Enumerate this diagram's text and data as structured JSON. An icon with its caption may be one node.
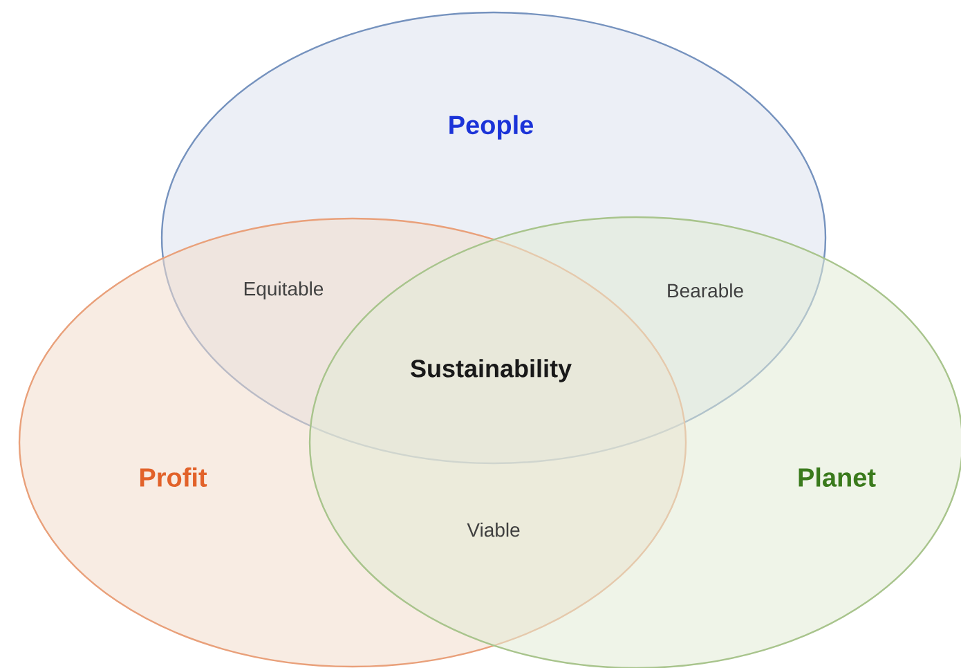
{
  "diagram": {
    "nodes": [
      {
        "text": [
          "People"
        ]
      },
      {
        "text": [
          "Profit"
        ]
      },
      {
        "text": [
          "Planet"
        ]
      }
    ],
    "labels": [
      "Equitable",
      "Bearable",
      "Sustainability",
      "Viable"
    ]
  }
}
